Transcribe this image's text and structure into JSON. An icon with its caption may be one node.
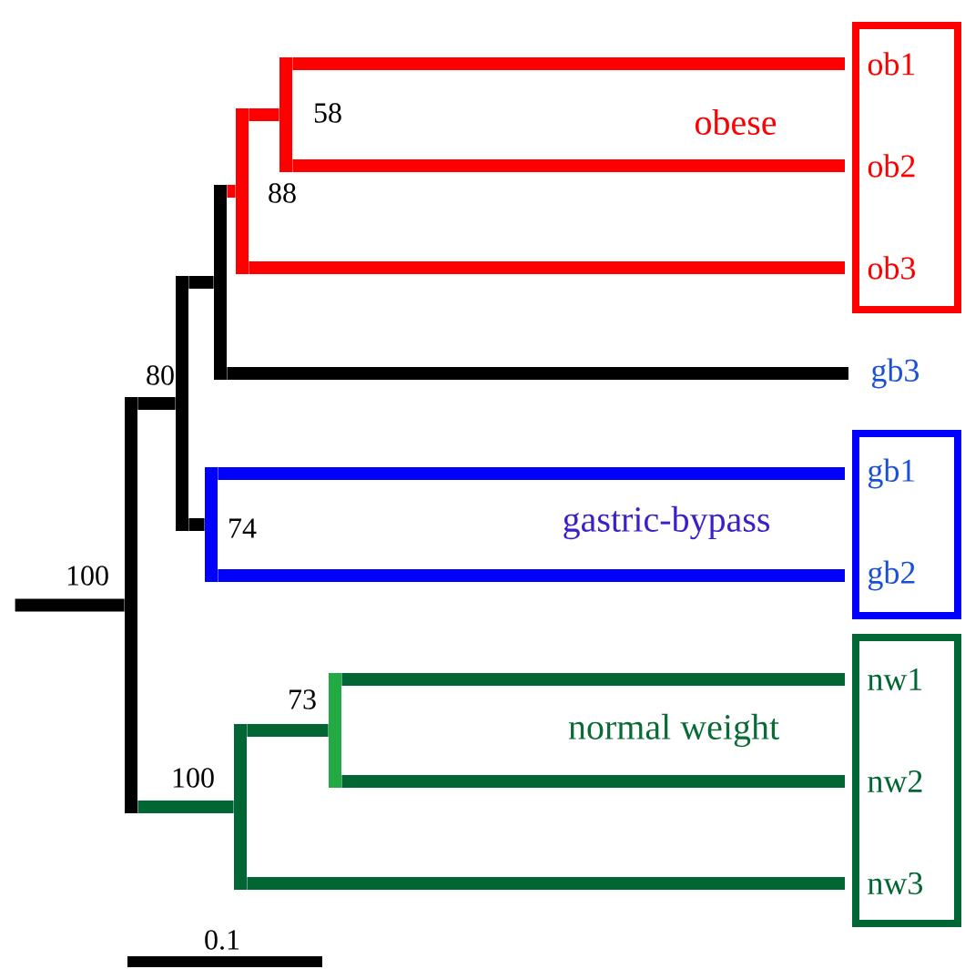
{
  "diagram": {
    "nodes": [
      {
        "text": [],
        "shape": "bar",
        "beside": [
          "100"
        ]
      },
      {
        "text": [],
        "shape": "bar",
        "beside": [
          "80"
        ]
      },
      {
        "text": [],
        "shape": "bar"
      },
      {
        "text": [],
        "shape": "bar",
        "beside": [
          "88"
        ]
      },
      {
        "text": [],
        "shape": "bar",
        "beside": [
          "58"
        ]
      },
      {
        "text": [],
        "shape": "box"
      },
      {
        "text": [
          "ob1"
        ],
        "in": 5
      },
      {
        "text": [
          "ob2"
        ],
        "in": 5
      },
      {
        "text": [
          "ob3"
        ],
        "in": 5
      },
      {
        "text": [
          "gb3"
        ]
      },
      {
        "text": [],
        "shape": "bar",
        "beside": [
          "74"
        ]
      },
      {
        "text": [],
        "shape": "box"
      },
      {
        "text": [
          "gb1"
        ],
        "in": 11
      },
      {
        "text": [
          "gb2"
        ],
        "in": 11
      },
      {
        "text": [],
        "shape": "bar",
        "beside": [
          "100"
        ]
      },
      {
        "text": [],
        "shape": "bar",
        "beside": [
          "73"
        ]
      },
      {
        "text": [],
        "shape": "box"
      },
      {
        "text": [
          "nw1"
        ],
        "in": 16
      },
      {
        "text": [
          "nw2"
        ],
        "in": 16
      },
      {
        "text": [
          "nw3"
        ],
        "in": 16
      }
    ],
    "edges": [
      {
        "from": null,
        "to": 0,
        "arrow": "none",
        "color": "#000000"
      },
      {
        "from": 0,
        "to": 1,
        "arrow": "none",
        "color": "#000000"
      },
      {
        "from": 0,
        "to": 14,
        "arrow": "none",
        "color": "#006633"
      },
      {
        "from": 1,
        "to": 2,
        "arrow": "none",
        "color": "#000000"
      },
      {
        "from": 1,
        "to": 10,
        "arrow": "none",
        "color": "#000000"
      },
      {
        "from": 2,
        "to": 3,
        "arrow": "none",
        "color": "#ff0000"
      },
      {
        "from": 2,
        "to": 9,
        "arrow": "none",
        "color": "#000000"
      },
      {
        "from": 3,
        "to": 4,
        "arrow": "none",
        "color": "#ff0000"
      },
      {
        "from": 3,
        "to": 8,
        "arrow": "none",
        "color": "#ff0000"
      },
      {
        "from": 4,
        "to": 6,
        "arrow": "none",
        "color": "#ff0000"
      },
      {
        "from": 4,
        "to": 7,
        "arrow": "none",
        "color": "#ff0000"
      },
      {
        "from": 10,
        "to": 12,
        "arrow": "none",
        "color": "#0000ff"
      },
      {
        "from": 10,
        "to": 13,
        "arrow": "none",
        "color": "#0000ff"
      },
      {
        "from": 14,
        "to": 15,
        "arrow": "none",
        "color": "#006633"
      },
      {
        "from": 14,
        "to": 19,
        "arrow": "none",
        "color": "#006633"
      },
      {
        "from": 15,
        "to": 17,
        "arrow": "none",
        "color": "#006633"
      },
      {
        "from": 15,
        "to": 18,
        "arrow": "none",
        "color": "#006633"
      }
    ],
    "labels": [
      "obese",
      "gastric-bypass",
      "normal weight",
      "0.1"
    ]
  }
}
